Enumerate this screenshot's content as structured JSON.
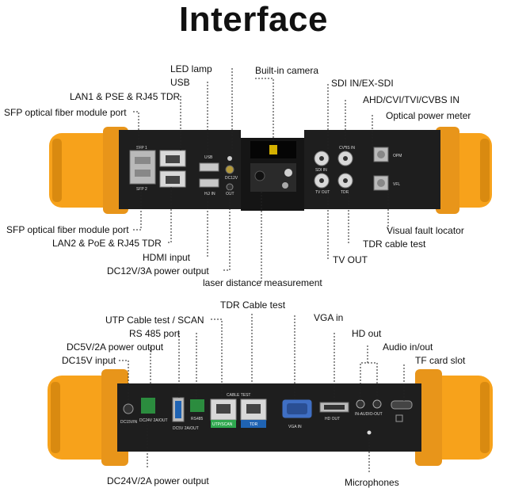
{
  "title": "Interface",
  "top_panel": {
    "labels": {
      "led_lamp": "LED lamp",
      "usb": "USB",
      "lan1": "LAN1 & PSE & RJ45 TDR",
      "sfp_top": "SFP optical fiber module port",
      "builtin_camera": "Built-in camera",
      "sdi": "SDI IN/EX-SDI",
      "ahd": "AHD/CVI/TVI/CVBS IN",
      "opm": "Optical power meter",
      "sfp_bottom": "SFP optical fiber module port",
      "lan2": "LAN2 & PoE & RJ45 TDR",
      "hdmi": "HDMI input",
      "dc12": "DC12V/3A power output",
      "laser": "laser distance measurement",
      "vfl": "Visual fault locator",
      "tdr": "TDR cable test",
      "tv_out": "TV OUT"
    },
    "device_text": {
      "sfp1": "SFP 1",
      "sfp2": "SFP 2",
      "usb": "USB",
      "hd_in": "HD IN",
      "dc12v": "DC12V",
      "out": "OUT",
      "cvbs_in": "CVBS IN",
      "sdi_in": "SDI IN",
      "tv_out": "TV OUT",
      "tdr": "TDR",
      "opm": "OPM",
      "vfl": "VFL"
    }
  },
  "bottom_panel": {
    "labels": {
      "tdr_cable": "TDR Cable test",
      "utp": "UTP Cable test / SCAN",
      "rs485": "RS 485 port",
      "dc5v": "DC5V/2A power output",
      "dc15v": "DC15V input",
      "vga": "VGA in",
      "hd_out": "HD out",
      "audio": "Audio in/out",
      "tf": "TF card slot",
      "dc24v": "DC24V/2A power output",
      "mic": "Microphones"
    },
    "device_text": {
      "cable_test": "CABLE TEST",
      "utp_scan": "UTP/SCAN",
      "tdr": "TDR",
      "vga_in": "VGA IN",
      "hd_out": "HD OUT",
      "in_audio_out": "IN-AUDIO-OUT",
      "dc15vin": "DC15VIN",
      "rs485": "RS485",
      "dc24v": "DC24V 2A/OUT",
      "dc5v": "DC5V 2A/OUT"
    }
  },
  "colors": {
    "orange": "#f7a21b",
    "body": "#1e1e1e",
    "utp_green": "#2fa84f",
    "tdr_blue": "#1f63b3"
  }
}
